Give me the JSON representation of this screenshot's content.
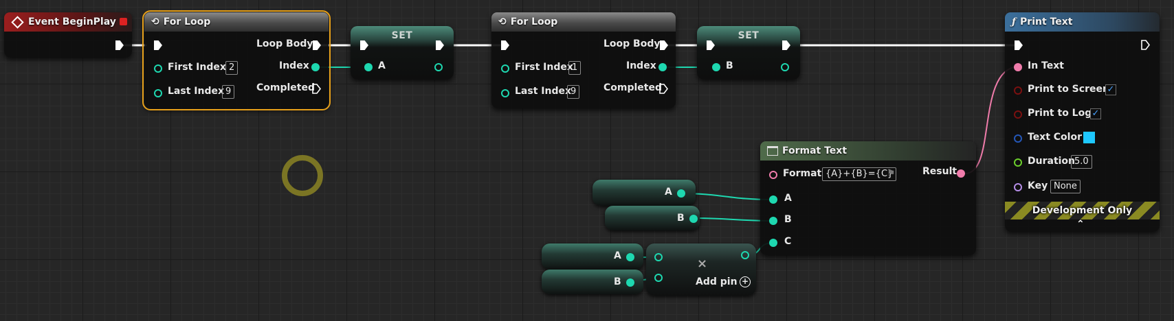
{
  "colors": {
    "exec": "#ffffff",
    "integer": "#1ed8b0",
    "text": "#f07cab",
    "selection": "#e8a11a",
    "text_color_value": "#1ec8ff"
  },
  "event_node": {
    "title": "Event BeginPlay"
  },
  "for_loop_1": {
    "title": "For Loop",
    "loop_body": "Loop Body",
    "index": "Index",
    "completed": "Completed",
    "first_index": "First Index",
    "first_index_value": "2",
    "last_index": "Last Index",
    "last_index_value": "9"
  },
  "set_1": {
    "title": "SET",
    "var": "A"
  },
  "for_loop_2": {
    "title": "For Loop",
    "loop_body": "Loop Body",
    "index": "Index",
    "completed": "Completed",
    "first_index": "First Index",
    "first_index_value": "1",
    "last_index": "Last Index",
    "last_index_value": "9"
  },
  "set_2": {
    "title": "SET",
    "var": "B"
  },
  "print_text": {
    "title": "Print Text",
    "in_text": "In Text",
    "print_to_screen": "Print to Screen",
    "print_to_log": "Print to Log",
    "text_color": "Text Color",
    "duration": "Duration",
    "duration_value": "5.0",
    "key": "Key",
    "key_value": "None",
    "development_only": "Development Only",
    "print_to_screen_checked": true,
    "print_to_log_checked": true
  },
  "format_text": {
    "title": "Format Text",
    "format": "Format",
    "format_value": "{A}+{B}={C}",
    "result": "Result",
    "pin_a": "A",
    "pin_b": "B",
    "pin_c": "C"
  },
  "getters": {
    "a1": "A",
    "b1": "B",
    "a2": "A",
    "b2": "B"
  },
  "add_node": {
    "symbol": "×",
    "add_pin": "Add pin",
    "plus": "+"
  },
  "icons": [
    "event-icon",
    "loop-icon",
    "function-icon",
    "format-text-icon",
    "flag-icon",
    "checkmark-icon",
    "expand-chevron-icon",
    "add-circle-icon",
    "multiply-icon"
  ]
}
